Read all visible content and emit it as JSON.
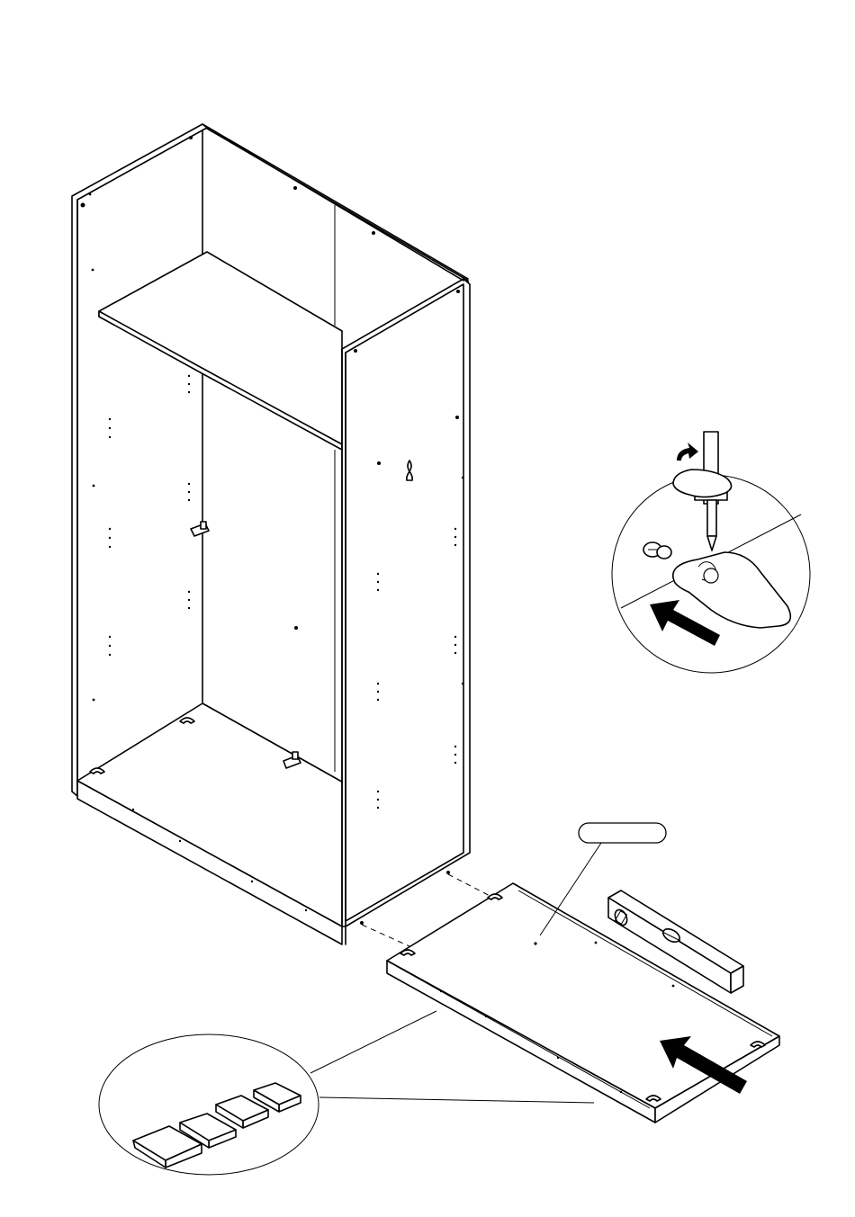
{
  "diagram": {
    "part_label": "",
    "colors": {
      "line": "#000000",
      "background": "#ffffff"
    },
    "icons": [
      "wardrobe-carcass",
      "bottom-panel",
      "spirit-level",
      "screwdriver",
      "cam-lock",
      "leveling-shims",
      "push-arrow"
    ]
  }
}
